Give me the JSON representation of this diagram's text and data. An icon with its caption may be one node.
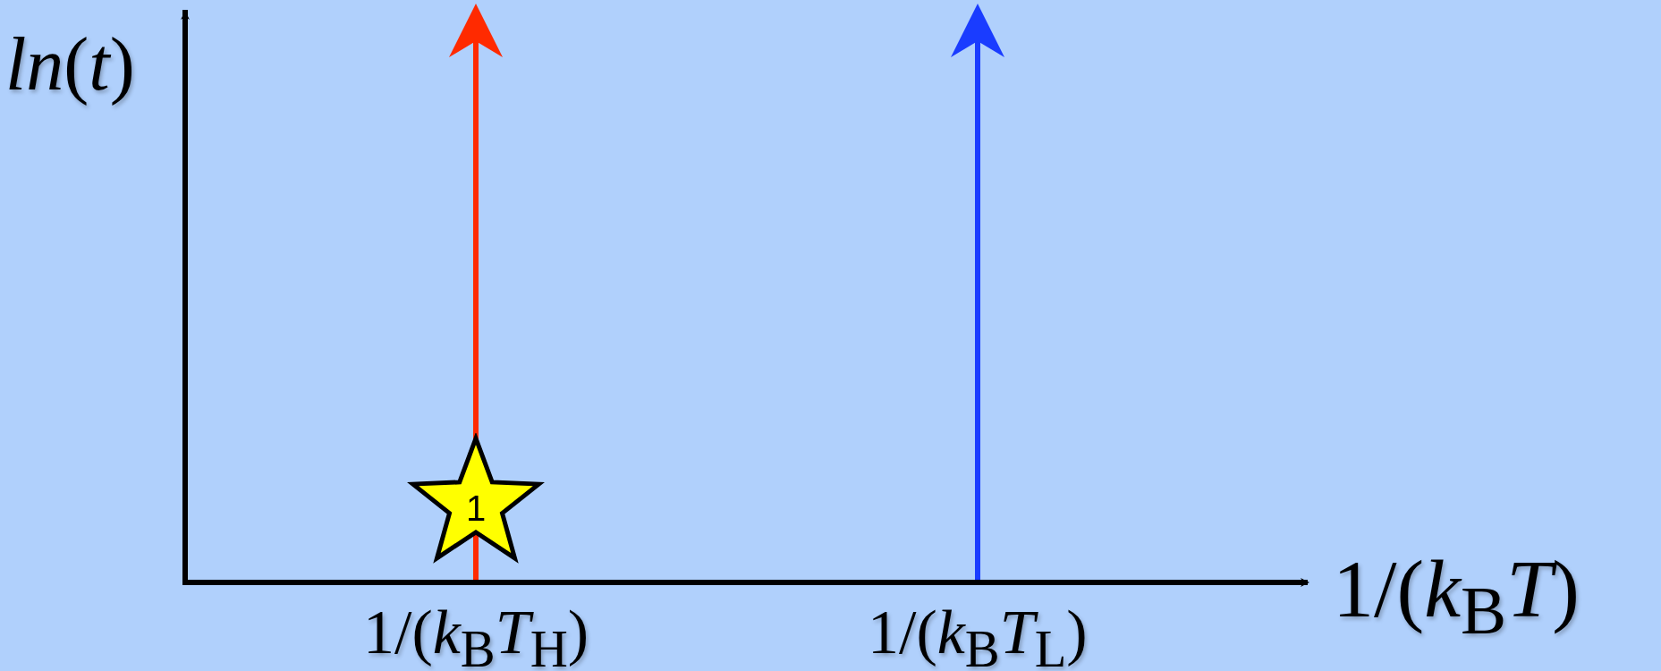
{
  "diagram": {
    "nodes": [
      {
        "text": [
          "1"
        ]
      }
    ],
    "labels": [
      "*ln*(*t*)",
      "1/(*k*$_{B}$*T*)",
      "1/(*k*$_{B}$*T*$_{H}$)",
      "1/(*k*$_{B}$*T*$_{L}$)"
    ]
  }
}
